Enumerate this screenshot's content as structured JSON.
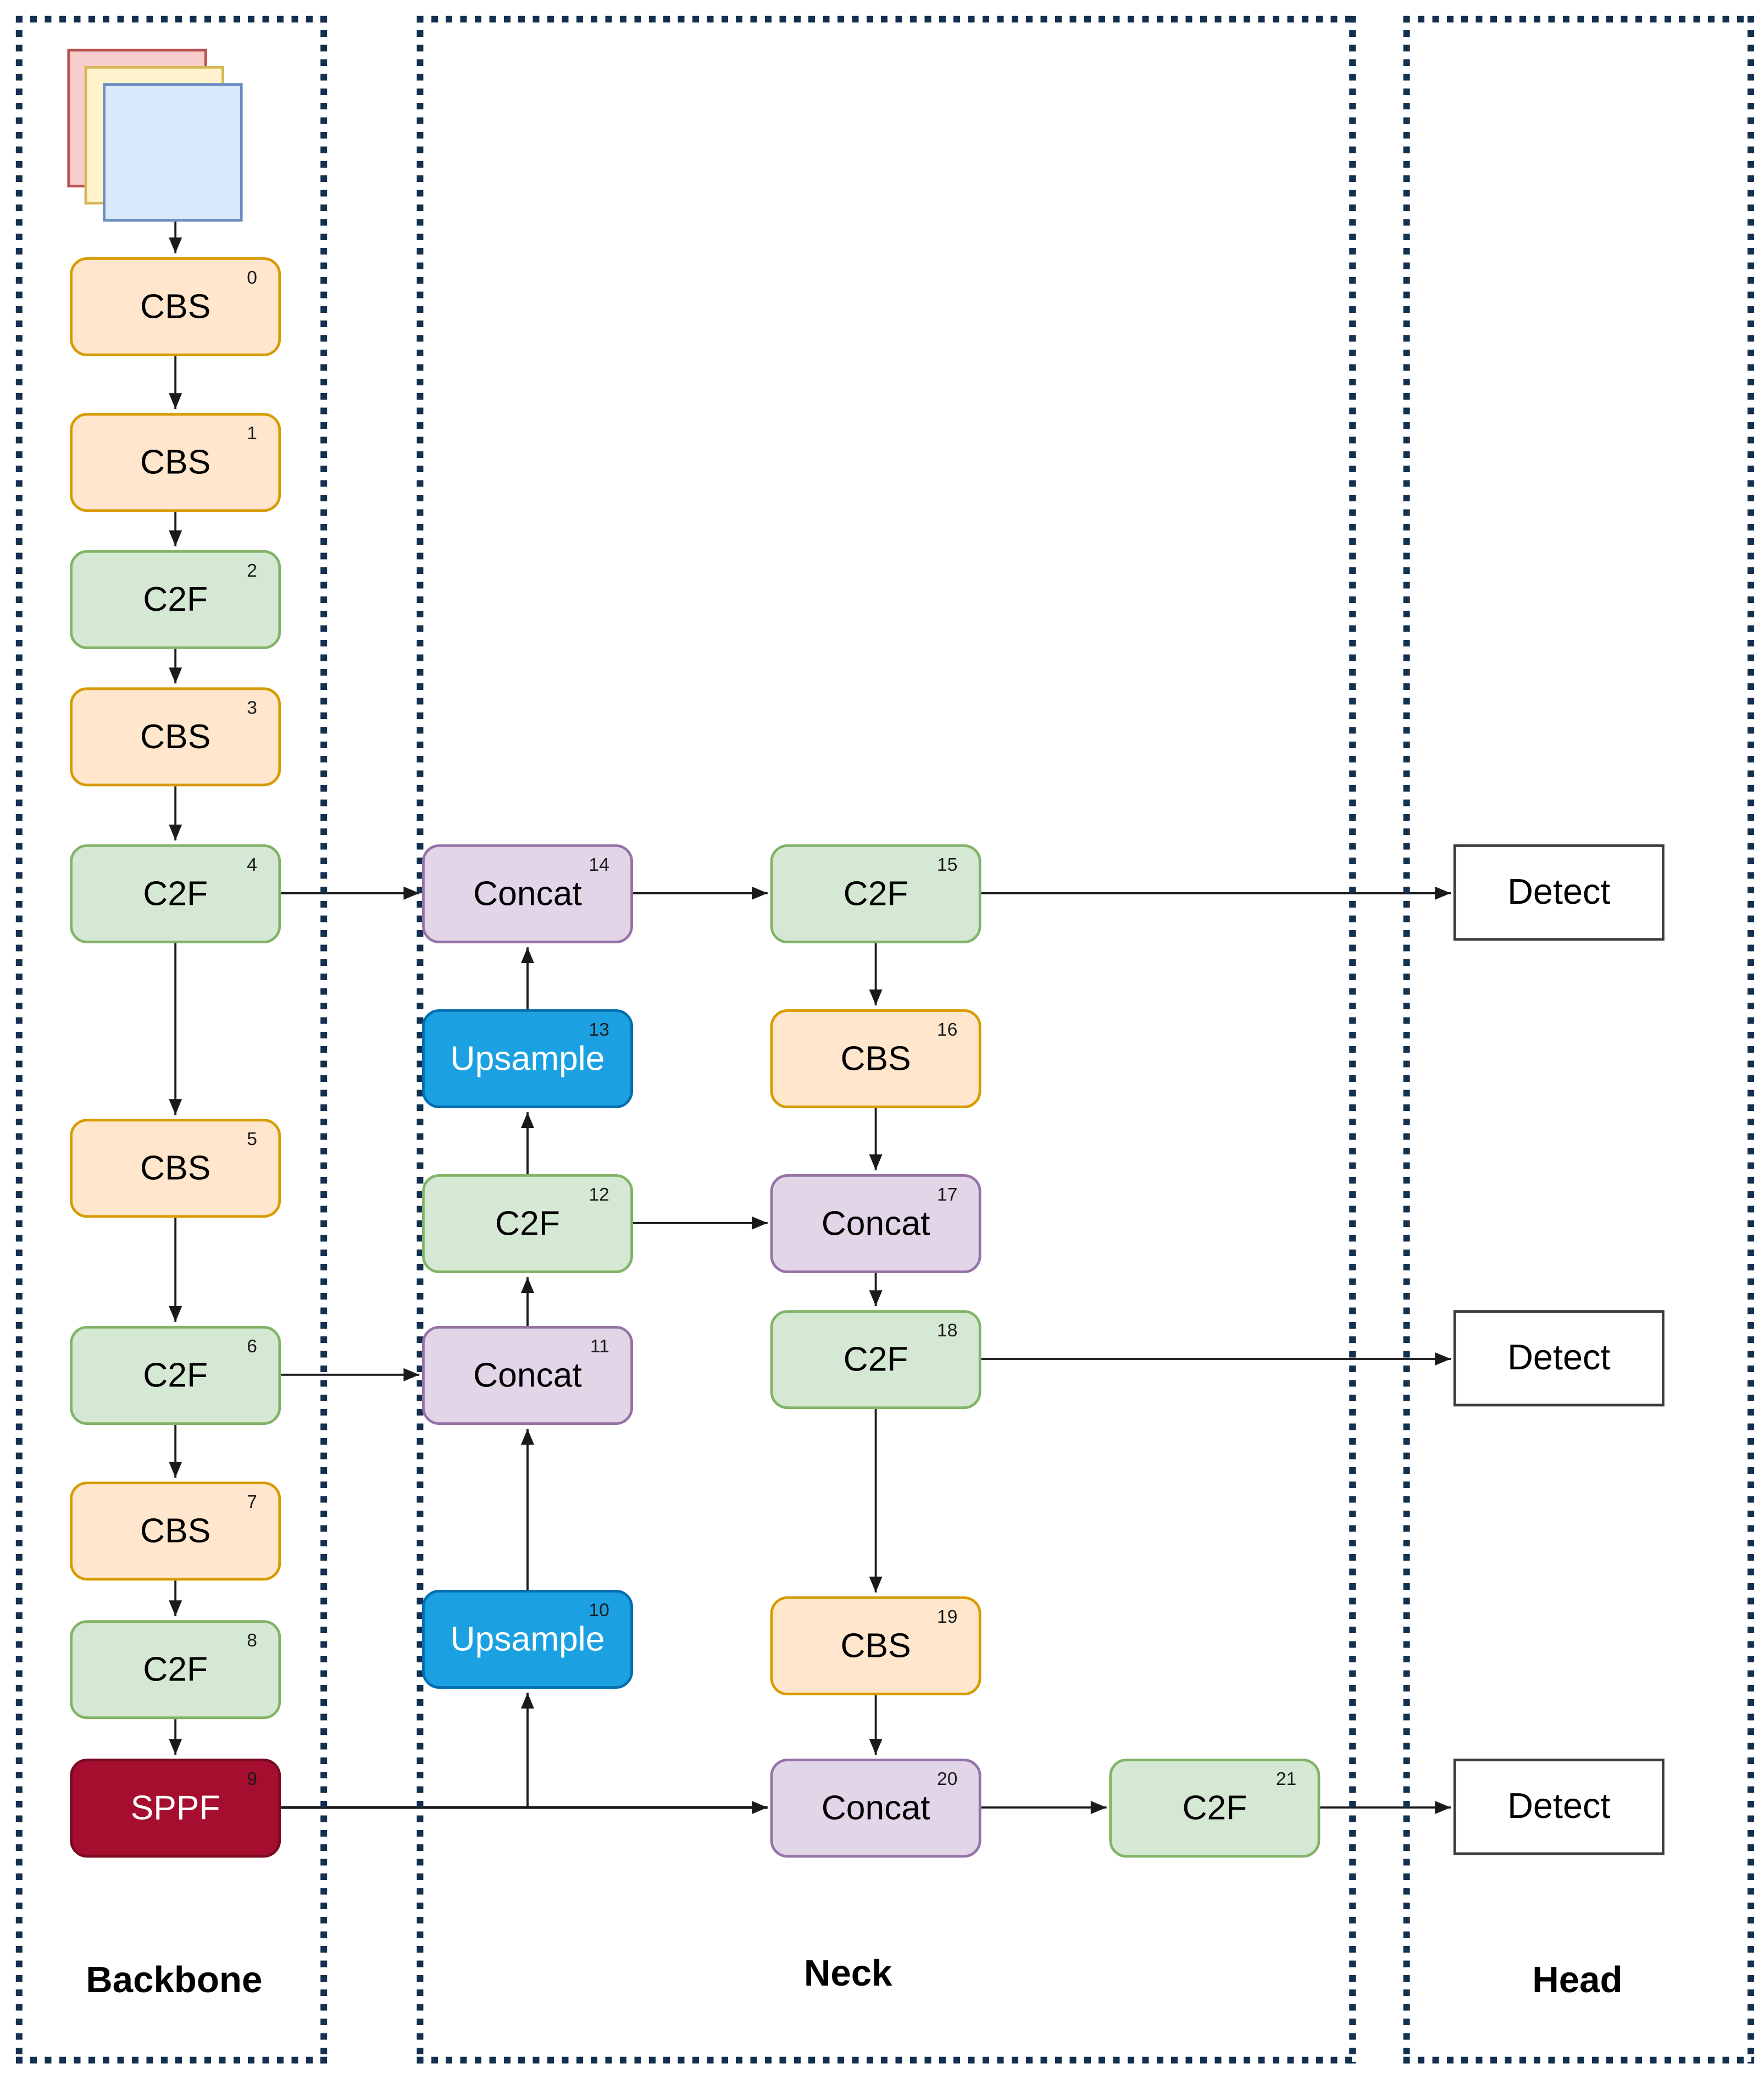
{
  "palette": {
    "section-border": "#14304F",
    "cbs-fill": "#FFE6CC",
    "cbs-stroke": "#D79B00",
    "c2f-fill": "#D5E8D4",
    "c2f-stroke": "#82B366",
    "concat-fill": "#E1D5E7",
    "concat-stroke": "#9673A6",
    "upsample-fill": "#1BA1E2",
    "upsample-stroke": "#006EAF",
    "sppf-fill": "#A50E2E",
    "sppf-stroke": "#7A0A22",
    "detect-stroke": "#3D3D3D",
    "arrow-color": "#1A1A1A",
    "img-red-fill": "#F8CECC",
    "img-red-stroke": "#B85450",
    "img-yellow-fill": "#FFF2CC",
    "img-yellow-stroke": "#D6B656",
    "img-blue-fill": "#DAE8FC",
    "img-blue-stroke": "#6C8EBF"
  },
  "sections": {
    "backbone": {
      "label": "Backbone"
    },
    "neck": {
      "label": "Neck"
    },
    "head": {
      "label": "Head"
    }
  },
  "nodes": {
    "n0": {
      "label": "CBS",
      "index": "0"
    },
    "n1": {
      "label": "CBS",
      "index": "1"
    },
    "n2": {
      "label": "C2F",
      "index": "2"
    },
    "n3": {
      "label": "CBS",
      "index": "3"
    },
    "n4": {
      "label": "C2F",
      "index": "4"
    },
    "n5": {
      "label": "CBS",
      "index": "5"
    },
    "n6": {
      "label": "C2F",
      "index": "6"
    },
    "n7": {
      "label": "CBS",
      "index": "7"
    },
    "n8": {
      "label": "C2F",
      "index": "8"
    },
    "n9": {
      "label": "SPPF",
      "index": "9"
    },
    "n10": {
      "label": "Upsample",
      "index": "10"
    },
    "n11": {
      "label": "Concat",
      "index": "11"
    },
    "n12": {
      "label": "C2F",
      "index": "12"
    },
    "n13": {
      "label": "Upsample",
      "index": "13"
    },
    "n14": {
      "label": "Concat",
      "index": "14"
    },
    "n15": {
      "label": "C2F",
      "index": "15"
    },
    "n16": {
      "label": "CBS",
      "index": "16"
    },
    "n17": {
      "label": "Concat",
      "index": "17"
    },
    "n18": {
      "label": "C2F",
      "index": "18"
    },
    "n19": {
      "label": "CBS",
      "index": "19"
    },
    "n20": {
      "label": "Concat",
      "index": "20"
    },
    "n21": {
      "label": "C2F",
      "index": "21"
    },
    "detect_p3": {
      "label": "Detect"
    },
    "detect_p4": {
      "label": "Detect"
    },
    "detect_p5": {
      "label": "Detect"
    }
  },
  "edges": [
    "input→0",
    "0→1",
    "1→2",
    "2→3",
    "3→4",
    "4→5",
    "4→14",
    "5→6",
    "6→7",
    "6→11",
    "7→8",
    "8→9",
    "9→10",
    "9→20",
    "10→11",
    "11→12",
    "12→13",
    "12→17",
    "13→14",
    "14→15",
    "15→16",
    "15→detect_p3",
    "16→17",
    "17→18",
    "18→19",
    "18→detect_p4",
    "19→20",
    "20→21",
    "21→detect_p5"
  ]
}
